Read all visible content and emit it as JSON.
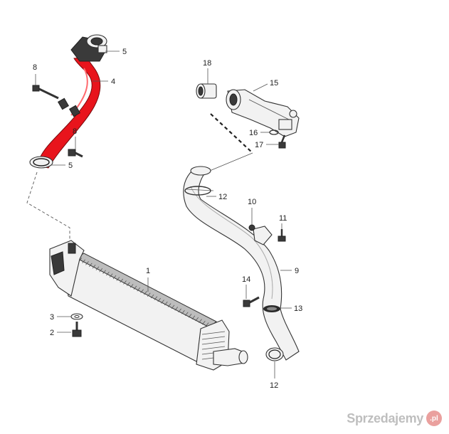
{
  "callouts": {
    "c1": "1",
    "c2": "2",
    "c3": "3",
    "c4": "4",
    "c5a": "5",
    "c5b": "5",
    "c8a": "8",
    "c8b": "8",
    "c9": "9",
    "c10": "10",
    "c11": "11",
    "c12a": "12",
    "c12b": "12",
    "c13": "13",
    "c14": "14",
    "c15": "15",
    "c16": "16",
    "c17": "17",
    "c18": "18"
  },
  "highlight_color": "#e8141c",
  "watermark": {
    "text": "Sprzedajemy",
    "badge": ".pl"
  }
}
